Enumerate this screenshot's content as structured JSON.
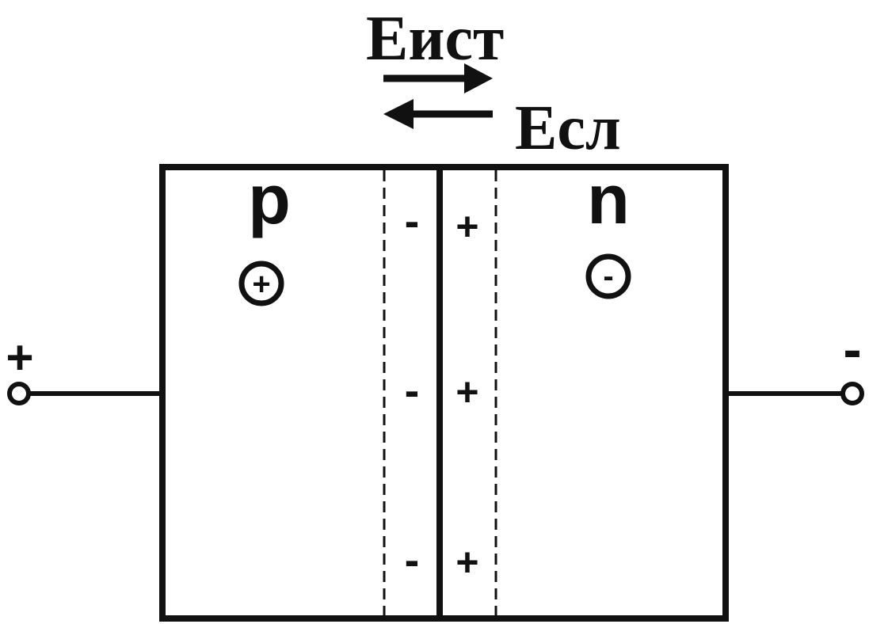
{
  "field_source_label": "Еист",
  "field_drift_label": "Есл",
  "region_p_label": "p",
  "region_n_label": "n",
  "p_carrier_symbol": "+",
  "n_carrier_symbol": "-",
  "depletion_negative_charges": [
    "-",
    "-",
    "-"
  ],
  "depletion_positive_charges": [
    "+",
    "+",
    "+"
  ],
  "terminal_left_label": "+",
  "terminal_right_label": "-"
}
